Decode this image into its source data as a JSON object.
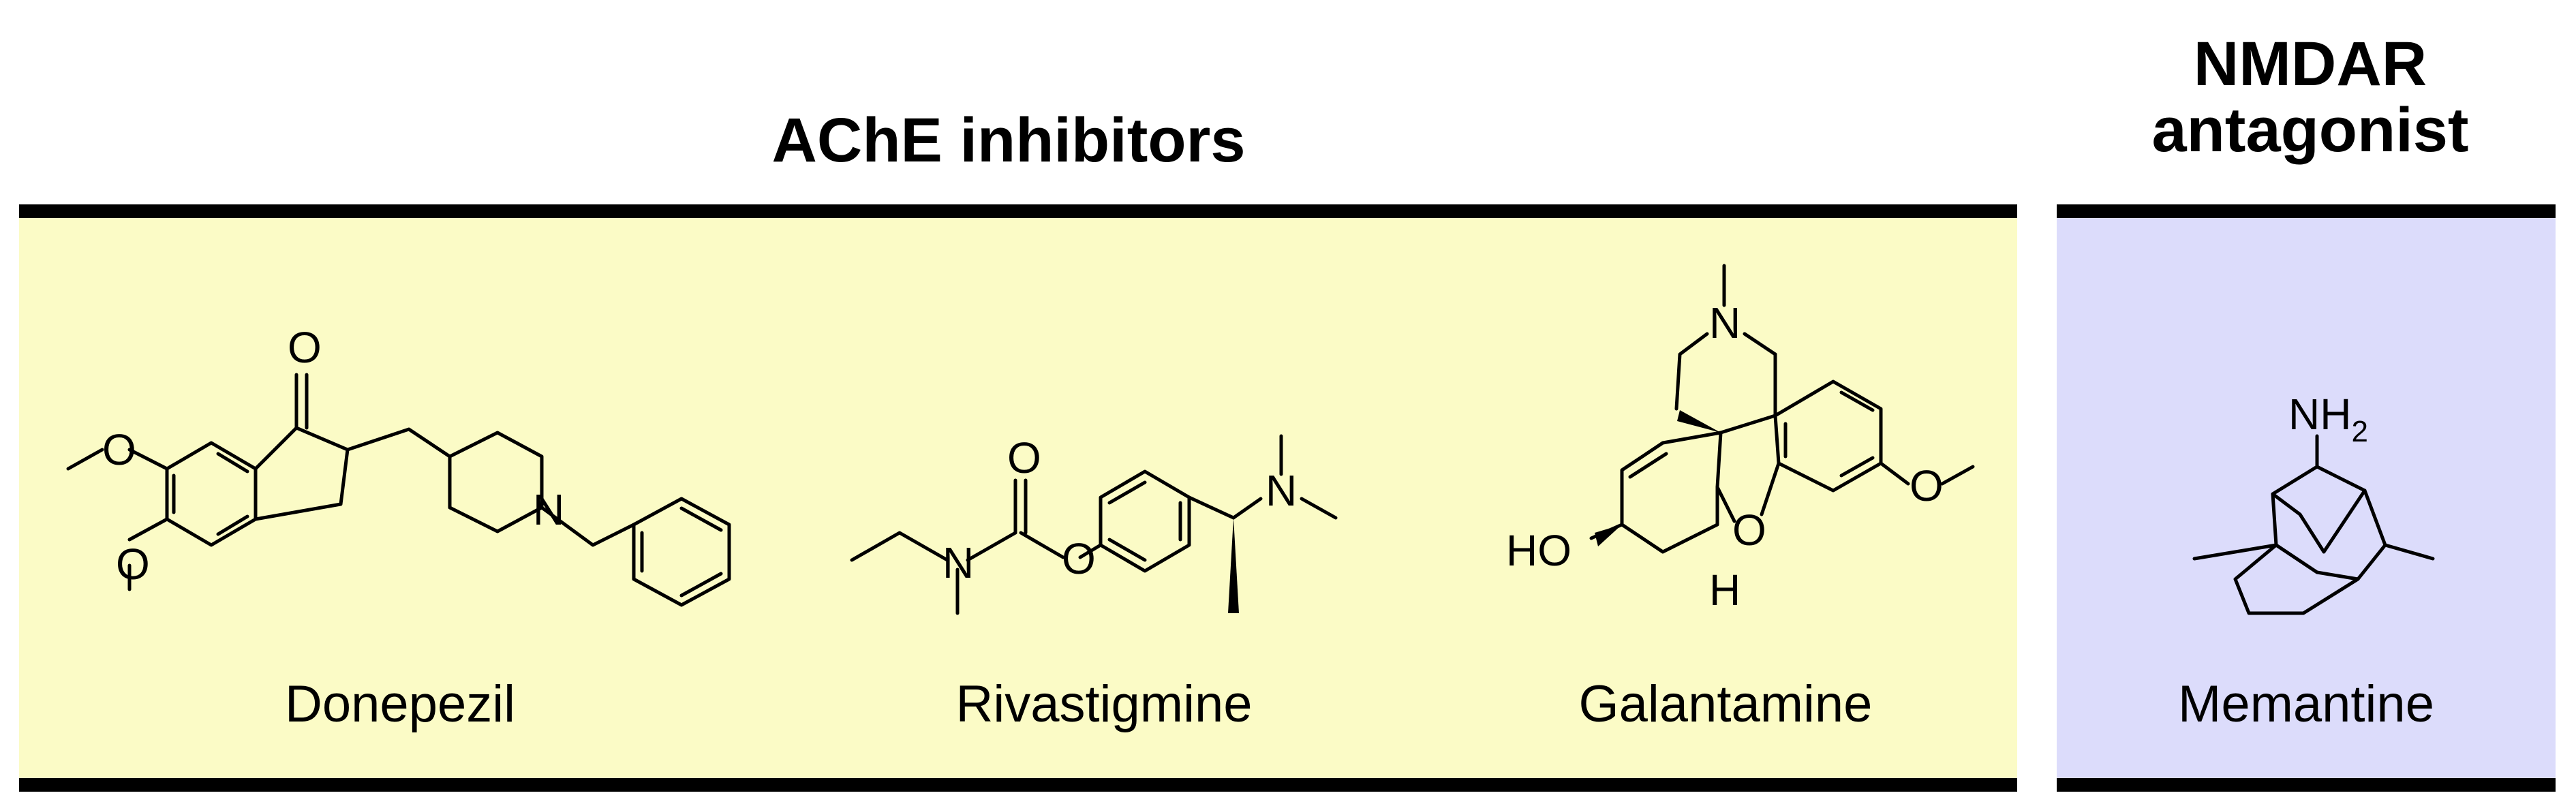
{
  "sections": [
    {
      "title": "AChE inhibitors",
      "background": "#fbfbc6",
      "drugs": [
        {
          "name": "Donepezil"
        },
        {
          "name": "Rivastigmine"
        },
        {
          "name": "Galantamine"
        }
      ]
    },
    {
      "title": "NMDAR antagonist",
      "title_lines": [
        "NMDAR",
        "antagonist"
      ],
      "background": "#dcdcfb",
      "drugs": [
        {
          "name": "Memantine"
        }
      ]
    }
  ],
  "atom_labels": {
    "oxygen": "O",
    "nitrogen": "N",
    "hydroxyl": "HO",
    "hydrogen": "H",
    "amine_n": "NH",
    "amine_sub": "2"
  }
}
